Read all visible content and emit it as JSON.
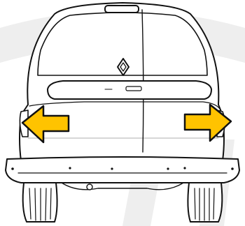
{
  "figure": {
    "subject": "van-rear-view",
    "pointers": [
      {
        "name": "left-arrow",
        "direction": "left"
      },
      {
        "name": "right-arrow",
        "direction": "right"
      }
    ]
  },
  "colors": {
    "background": "#ffffff",
    "watermark": "#eeeeee",
    "line": "#111111",
    "body": "#ffffff",
    "arrow_fill": "#ffc300",
    "arrow_stroke": "#111111",
    "tyre": "#ffffff"
  },
  "icons": [
    "renault-logo-icon",
    "arrow-left-icon",
    "arrow-right-icon"
  ]
}
